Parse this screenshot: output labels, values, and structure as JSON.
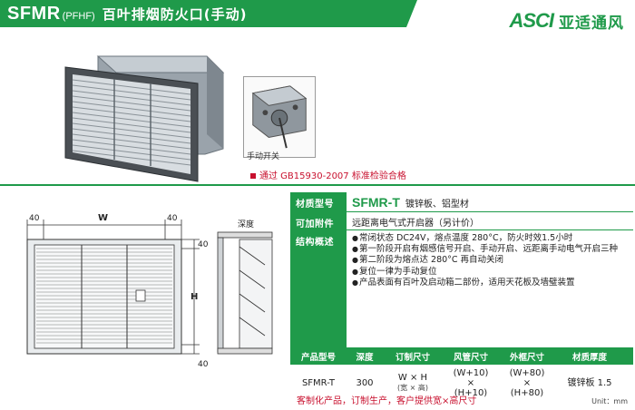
{
  "header": {
    "model": "SFMR",
    "model_sub": "(PFHF)",
    "title_cn": "百叶排烟防火口(手动)"
  },
  "brand": {
    "logo_en": "ASCI",
    "logo_cn": "亚适通风"
  },
  "images": {
    "closeup_label": "手动开关"
  },
  "certification": "通过 GB15930-2007 标准检验合格",
  "drawing": {
    "dim_left": "40",
    "dim_width": "W",
    "dim_right": "40",
    "dim_top": "40",
    "dim_height": "H",
    "dim_bottom": "40",
    "depth_label": "深度"
  },
  "spec": {
    "material": {
      "label": "材质型号",
      "model": "SFMR-T",
      "value": "镀锌板、铝型材"
    },
    "accessory": {
      "label": "可加附件",
      "value": "远距离电气式开启器（另计价）"
    },
    "structure": {
      "label": "结构概述",
      "items": [
        "常闭状态 DC24V，熔点温度 280°C，防火时效1.5小时",
        "第一阶段开启有烟感信号开启、手动开启、远距离手动电气开启三种",
        "第二阶段为熔点达 280°C 再自动关闭",
        "复位一律为手动复位",
        "产品表面有百叶及启动箱二部份，适用天花板及墙璧装置"
      ]
    }
  },
  "params": {
    "headers": [
      "产品型号",
      "深度",
      "订制尺寸",
      "风管尺寸",
      "外框尺寸",
      "材质厚度"
    ],
    "row": {
      "model": "SFMR-T",
      "depth": "300",
      "custom_top": "W × H",
      "custom_bottom": "(宽 × 高)",
      "duct_top": "(W+10)",
      "duct_mid": "×",
      "duct_bottom": "(H+10)",
      "frame_top": "(W+80)",
      "frame_mid": "×",
      "frame_bottom": "(H+80)",
      "material": "镀锌板 1.5"
    }
  },
  "footer": {
    "custom_note": "客制化产品，订制生产，客户提供宽×高尺寸",
    "unit": "Unit：mm"
  },
  "colors": {
    "accent": "#1f9a4a",
    "warning": "#c8102e"
  }
}
